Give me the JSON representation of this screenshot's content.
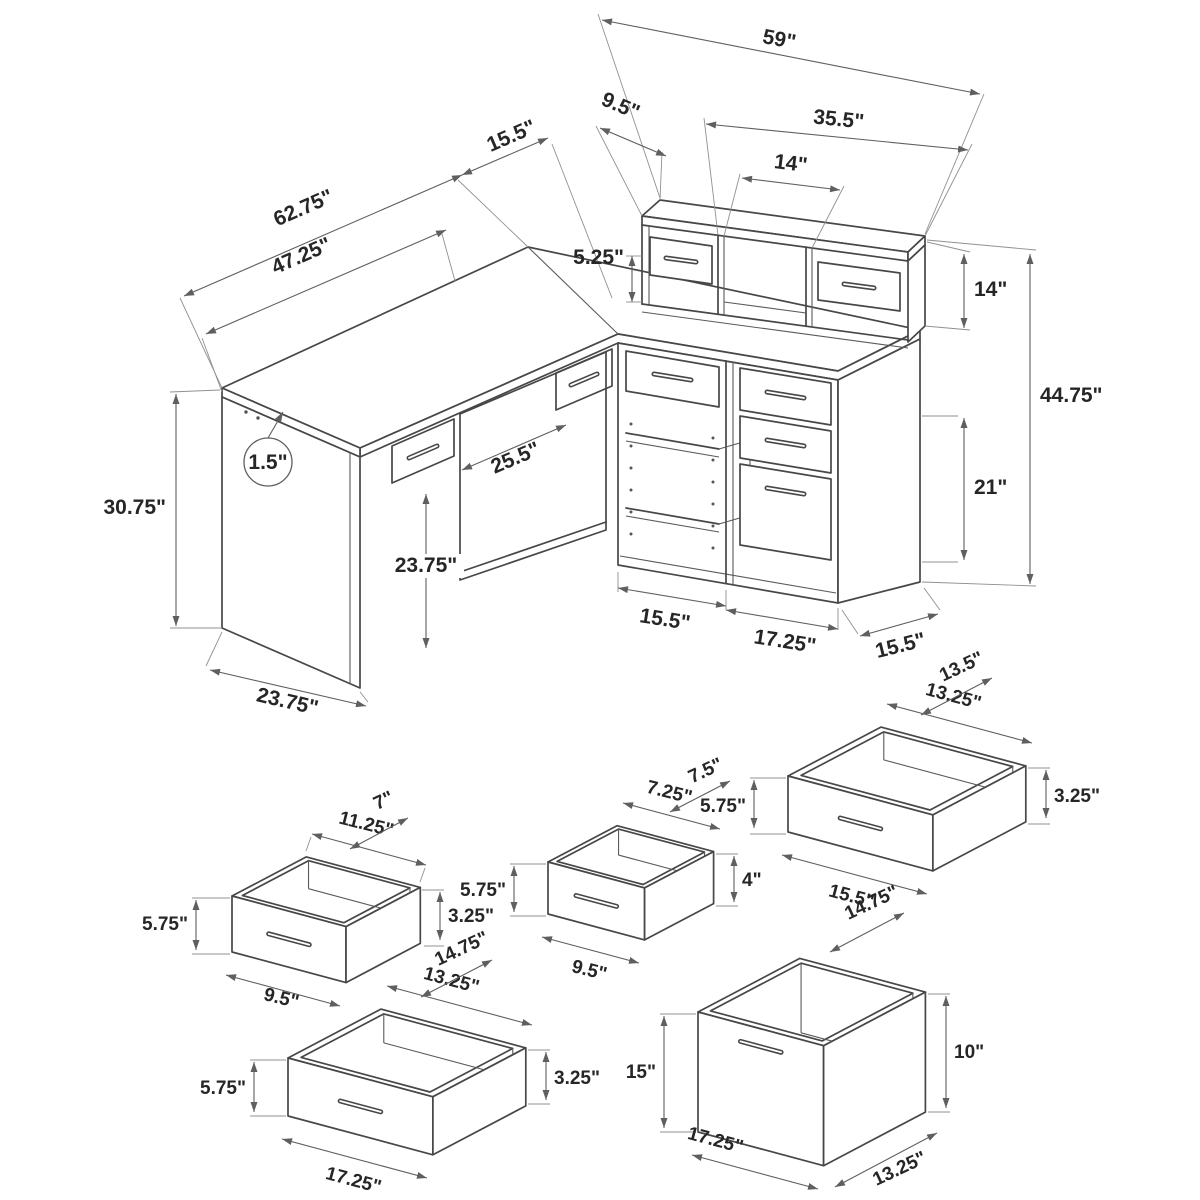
{
  "desk": {
    "hutch_width": "59\"",
    "hutch_depth": "9.5\"",
    "hutch_right_width": "35.5\"",
    "hutch_cubby_width": "14\"",
    "desk_total_length": "62.75\"",
    "desk_corner_ext": "15.5\"",
    "desk_left_length": "47.25\"",
    "hutch_opening_height": "5.25\"",
    "hutch_height": "14\"",
    "total_height": "44.75\"",
    "desk_height": "30.75\"",
    "top_thickness": "1.5\"",
    "knee_width": "25.5\"",
    "knee_height": "23.75\"",
    "cabinet_drawer_height": "21\"",
    "cabinet_left_width": "15.5\"",
    "cabinet_right_width": "17.25\"",
    "cabinet_depth": "15.5\"",
    "panel_depth": "23.75\""
  },
  "drawers": [
    {
      "back_width": "11.25\"",
      "depth": "7\"",
      "back_height": "5.75\"",
      "front_height": "3.25\"",
      "front_width": "9.5\""
    },
    {
      "back_width": "7.25\"",
      "depth": "7.5\"",
      "back_height": "5.75\"",
      "front_height": "4\"",
      "front_width": "9.5\""
    },
    {
      "back_width": "13.25\"",
      "depth": "13.5\"",
      "back_height": "5.75\"",
      "front_height": "3.25\"",
      "front_width": "15.5\""
    },
    {
      "back_width": "13.25\"",
      "depth": "14.75\"",
      "back_height": "5.75\"",
      "front_height": "3.25\"",
      "front_width": "17.25\""
    },
    {
      "depth": "14.75\"",
      "back_height": "15\"",
      "front_height": "10\"",
      "front_width": "17.25\"",
      "bottom_depth": "13.25\""
    }
  ]
}
